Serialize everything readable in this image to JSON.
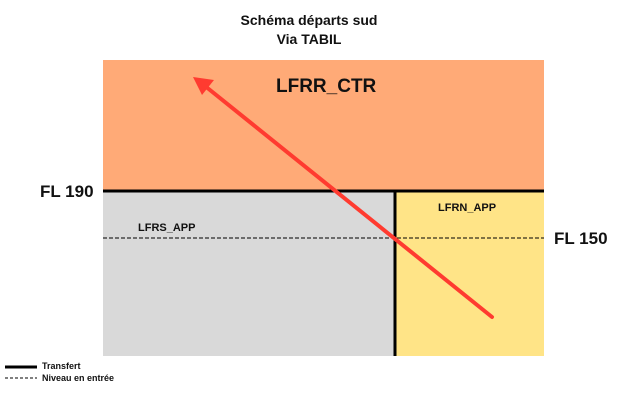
{
  "title": {
    "line1": "Schéma départs sud",
    "line2": "Via TABIL"
  },
  "zones": {
    "ctr": {
      "label": "LFRR_CTR",
      "color": "#ffaa77"
    },
    "lfrs": {
      "label": "LFRS_APP",
      "color": "#d9d9d9"
    },
    "lfrn": {
      "label": "LFRN_APP",
      "color": "#ffe487"
    }
  },
  "levels": {
    "upper": "FL 190",
    "entry": "FL 150"
  },
  "legend": {
    "transfer": "Transfert",
    "entry_level": "Niveau en entrée"
  },
  "arrow": {
    "color": "#ff3b30"
  }
}
